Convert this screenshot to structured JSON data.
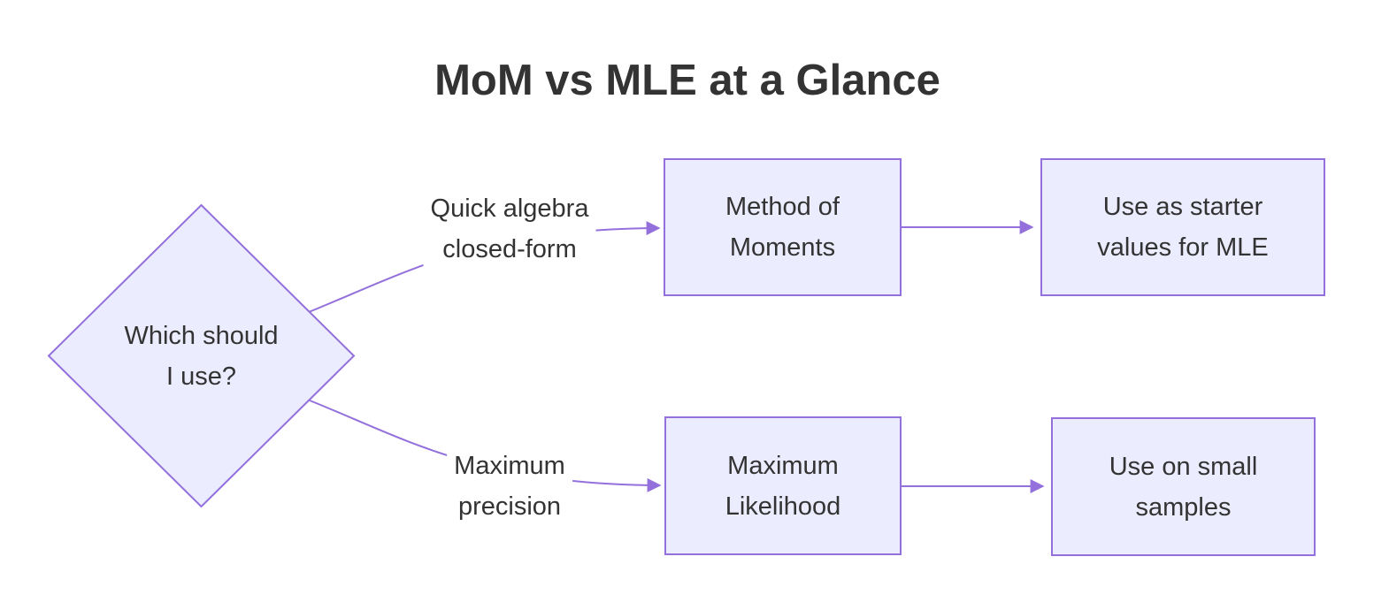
{
  "title": "MoM vs MLE at a Glance",
  "colors": {
    "node_fill": "#ECECFF",
    "node_border": "#9370DB",
    "edge": "#9370DB",
    "text": "#333333",
    "title": "#333333"
  },
  "diagram": {
    "type": "flowchart-LR",
    "decision": {
      "label": "Which should\nI use?"
    },
    "edge_labels": [
      {
        "id": "mom-branch",
        "label": "Quick algebra\nclosed-form"
      },
      {
        "id": "mle-branch",
        "label": "Maximum\nprecision"
      }
    ],
    "nodes": [
      {
        "id": "mom",
        "label": "Method of\nMoments"
      },
      {
        "id": "mom-use",
        "label": "Use as starter\nvalues for MLE"
      },
      {
        "id": "mle",
        "label": "Maximum\nLikelihood"
      },
      {
        "id": "mle-use",
        "label": "Use on small\nsamples"
      }
    ],
    "edges": [
      {
        "from": "decision",
        "to": "mom",
        "label": "Quick algebra closed-form"
      },
      {
        "from": "mom",
        "to": "mom-use",
        "label": ""
      },
      {
        "from": "decision",
        "to": "mle",
        "label": "Maximum precision"
      },
      {
        "from": "mle",
        "to": "mle-use",
        "label": ""
      }
    ]
  }
}
